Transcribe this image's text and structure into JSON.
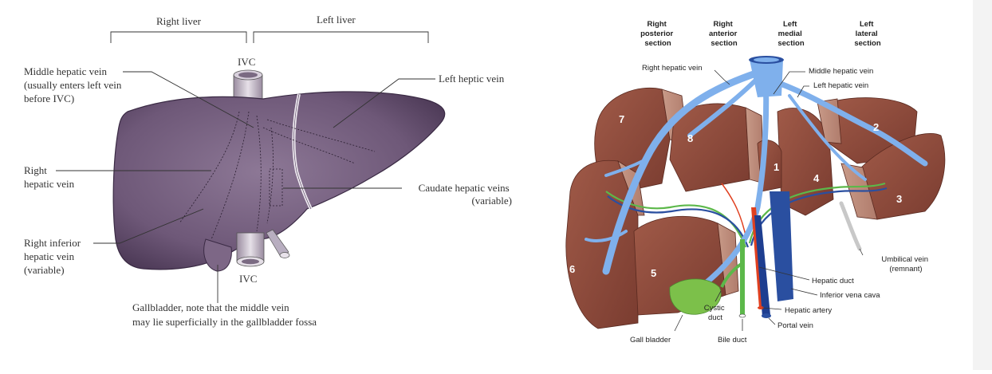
{
  "left_diagram": {
    "bracket_labels": {
      "right_liver": "Right liver",
      "left_liver": "Left liver"
    },
    "ivc_top": "IVC",
    "ivc_bottom": "IVC",
    "middle_hepatic_vein": [
      "Middle hepatic vein",
      "(usually enters left vein",
      "before IVC)"
    ],
    "left_hepatic_vein": "Left heptic vein",
    "right_hepatic_vein": [
      "Right",
      "hepatic vein"
    ],
    "caudate_hepatic_veins": [
      "Caudate hepatic veins",
      "(variable)"
    ],
    "right_inferior_hepatic_vein": [
      "Right inferior",
      "hepatic vein",
      "(variable)"
    ],
    "gallbladder_note": [
      "Gallbladder, note that the middle vein",
      "may lie superficially in the gallbladder fossa"
    ]
  },
  "right_diagram": {
    "section_headers": [
      [
        "Right",
        "posterior",
        "section"
      ],
      [
        "Right",
        "anterior",
        "section"
      ],
      [
        "Left",
        "medial",
        "section"
      ],
      [
        "Left",
        "lateral",
        "section"
      ]
    ],
    "segments": [
      "1",
      "2",
      "3",
      "4",
      "5",
      "6",
      "7",
      "8"
    ],
    "labels": {
      "right_hepatic_vein": "Right hepatic vein",
      "middle_hepatic_vein": "Middle hepatic vein",
      "left_hepatic_vein": "Left hepatic vein",
      "umbilical_vein": [
        "Umbilical vein",
        "(remnant)"
      ],
      "hepatic_duct": "Hepatic duct",
      "inferior_vena_cava": "Inferior vena cava",
      "hepatic_artery": "Hepatic artery",
      "portal_vein": "Portal vein",
      "cystic_duct": [
        "Cystic",
        "duct"
      ],
      "gall_bladder": "Gall bladder",
      "bile_duct": "Bile duct"
    }
  },
  "colors": {
    "liver_purple": "#6e5878",
    "liver_brown": "#8a4a3c",
    "vein_blue": "#7fb0ec",
    "portal_blue": "#2a4fa0",
    "artery_red": "#e04020",
    "duct_green": "#5cb84a",
    "gallbladder_green": "#7cc04a"
  }
}
